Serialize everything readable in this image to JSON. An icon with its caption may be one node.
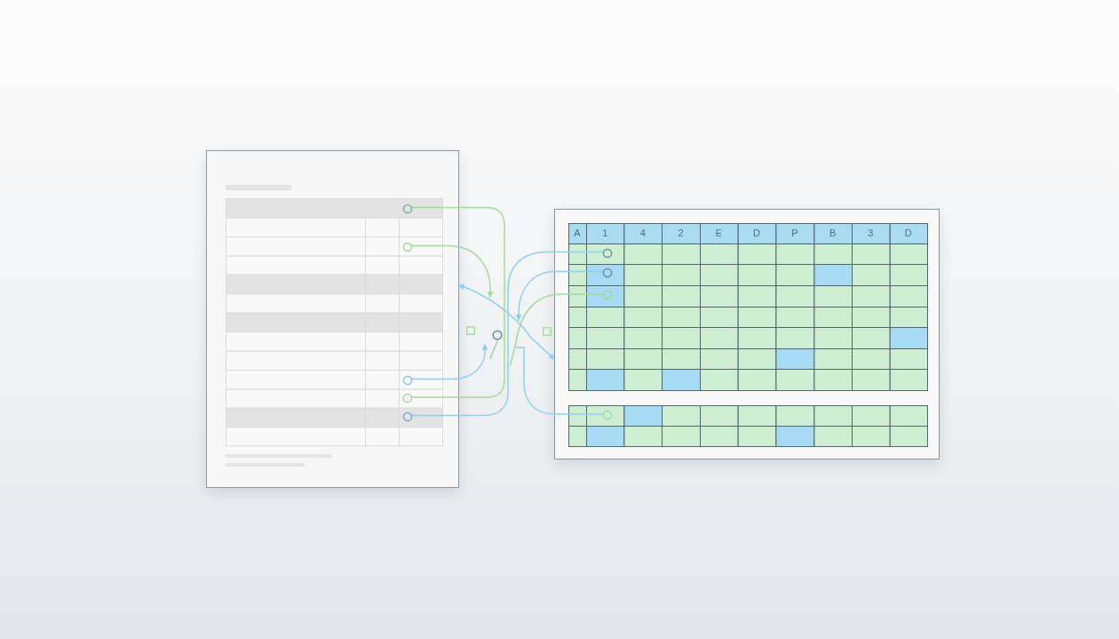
{
  "diagram": {
    "nodes": [
      {
        "text": [],
        "shape": "box"
      },
      {
        "text": [],
        "shape": "circle",
        "in": 0
      },
      {
        "text": [],
        "shape": "circle",
        "in": 0
      },
      {
        "text": [],
        "shape": "circle",
        "in": 0
      },
      {
        "text": [],
        "shape": "circle",
        "in": 0
      },
      {
        "text": [],
        "shape": "circle",
        "in": 0
      },
      {
        "text": [],
        "shape": "box"
      },
      {
        "text": [],
        "shape": "circle",
        "in": 6
      },
      {
        "text": [],
        "shape": "circle",
        "in": 6
      },
      {
        "text": [],
        "shape": "circle",
        "in": 6
      },
      {
        "text": [],
        "shape": "circle",
        "in": 6
      }
    ],
    "edges": [
      {
        "from": 1,
        "to": 4,
        "arrow": "none",
        "color": "#a3dc98"
      },
      {
        "from": 2,
        "to": null,
        "arrow": "to",
        "color": "#a3dc98"
      },
      {
        "from": 7,
        "to": 5,
        "arrow": "none"
      },
      {
        "from": 8,
        "to": null,
        "arrow": "to"
      },
      {
        "from": 9,
        "to": null,
        "arrow": "none",
        "color": "#a3dc98"
      },
      {
        "from": 0,
        "to": 6,
        "arrow": "both"
      },
      {
        "from": 3,
        "to": null,
        "arrow": "to"
      },
      {
        "from": 10,
        "to": null,
        "arrow": "none"
      }
    ],
    "labels": [
      "A",
      "1",
      "4",
      "2",
      "E",
      "D",
      "P",
      "B",
      "3",
      "D"
    ]
  }
}
